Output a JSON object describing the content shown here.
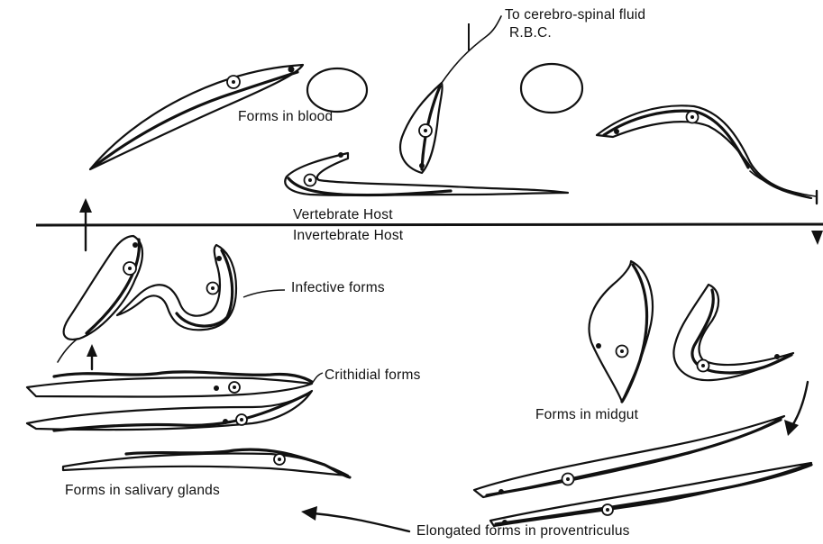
{
  "diagram": {
    "labels": {
      "csf": "To cerebro-spinal fluid",
      "rbc": "R.B.C.",
      "blood": "Forms in blood",
      "vertebrate": "Vertebrate Host",
      "invertebrate": "Invertebrate Host",
      "infective": "Infective forms",
      "crithidial": "Crithidial forms",
      "midgut": "Forms in midgut",
      "salivary": "Forms in salivary glands",
      "proventriculus": "Elongated forms in proventriculus"
    }
  }
}
